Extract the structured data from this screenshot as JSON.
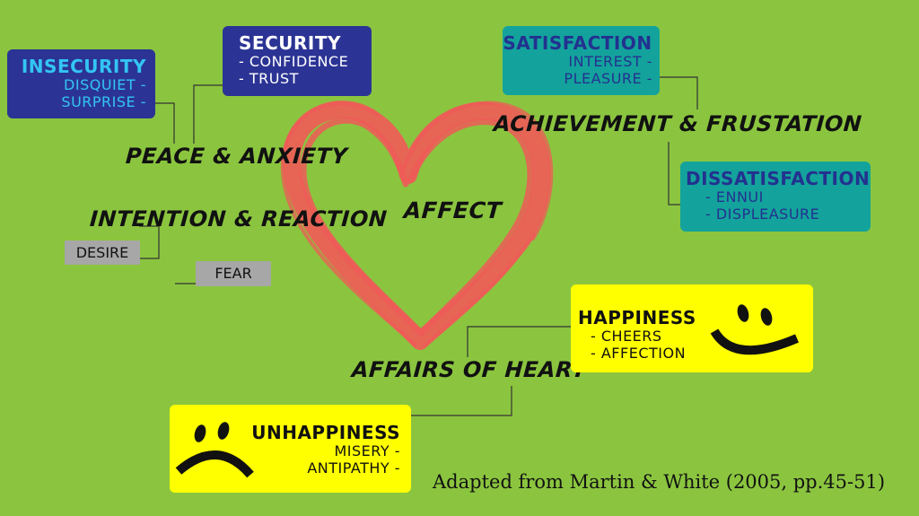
{
  "colors": {
    "background": "#8bc53f",
    "heart": "#ef5a58",
    "blue_box": "#2b3494",
    "teal_box": "#13a39c",
    "yellow_box": "#ffff00",
    "grey_box": "#a7a7a7"
  },
  "center": {
    "label": "AFFECT",
    "icon": "heart-icon"
  },
  "categories": {
    "peace": "PEACE & ANXIETY",
    "intention": "INTENTION & REACTION",
    "achievement": "ACHIEVEMENT & FRUSTATION",
    "affairs": "AFFAIRS OF HEART"
  },
  "boxes": {
    "insecurity": {
      "title": "INSECURITY",
      "items": [
        "DISQUIET -",
        "SURPRISE -"
      ]
    },
    "security": {
      "title": "SECURITY",
      "items": [
        "- CONFIDENCE",
        "- TRUST"
      ]
    },
    "satisfaction": {
      "title": "SATISFACTION",
      "items": [
        "INTEREST -",
        "PLEASURE -"
      ]
    },
    "dissatisfaction": {
      "title": "DISSATISFACTION",
      "items": [
        "- ENNUI",
        "- DISPLEASURE"
      ]
    },
    "happiness": {
      "title": "HAPPINESS",
      "items": [
        "- CHEERS",
        "- AFFECTION"
      ],
      "icon": "smiley-face-icon"
    },
    "unhappiness": {
      "title": "UNHAPPINESS",
      "items": [
        "MISERY -",
        "ANTIPATHY -"
      ],
      "icon": "sad-face-icon"
    }
  },
  "tags": {
    "desire": "DESIRE",
    "fear": "FEAR"
  },
  "credit": "Adapted from Martin & White (2005, pp.45-51)"
}
